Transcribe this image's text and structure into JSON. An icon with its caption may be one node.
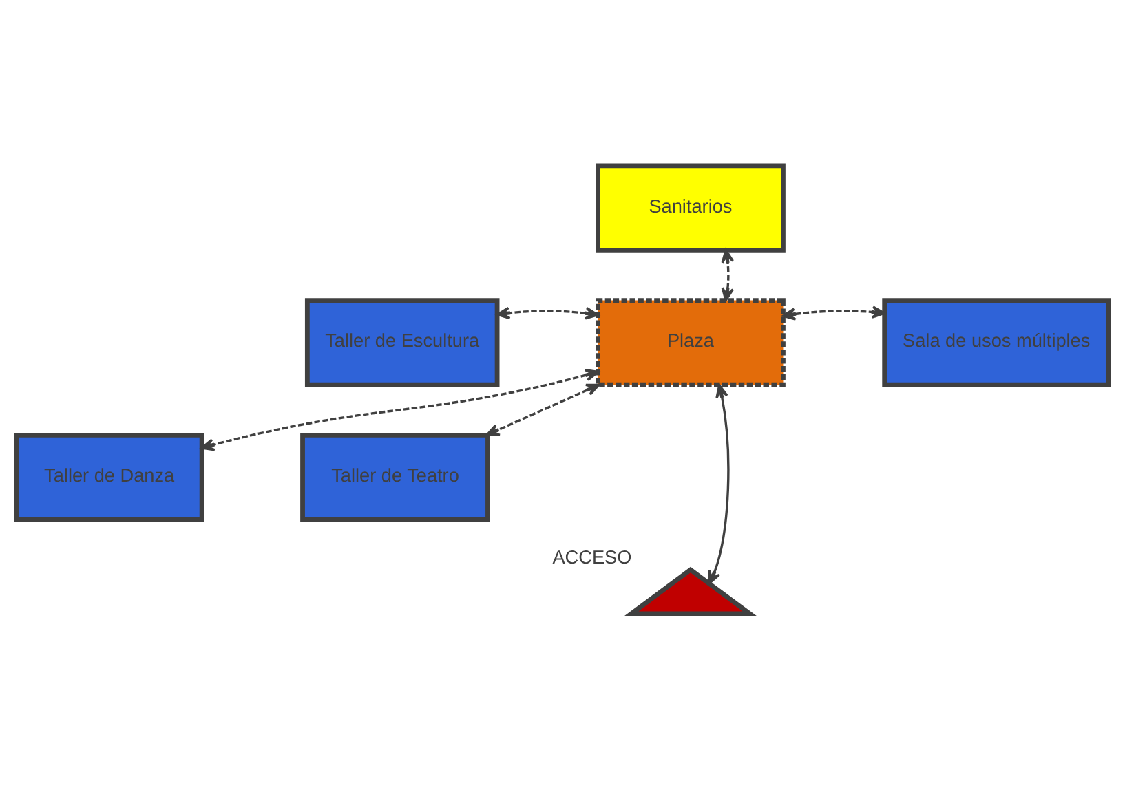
{
  "diagram": {
    "nodes": [
      {
        "text": [
          "Sanitarios"
        ]
      },
      {
        "text": [
          "Taller de Escultura"
        ]
      },
      {
        "text": [
          "Sala de usos múltiples"
        ]
      },
      {
        "text": [
          "Plaza"
        ]
      },
      {
        "text": [
          "Taller de Danza"
        ]
      },
      {
        "text": [
          "Taller de Teatro"
        ]
      },
      {
        "text": [],
        "shape": "triangle",
        "beside": [
          "ACCESO"
        ]
      }
    ],
    "edges": [
      {
        "from": 3,
        "to": 0,
        "arrow": "both",
        "style": "dashed"
      },
      {
        "from": 3,
        "to": 1,
        "arrow": "both",
        "style": "dashed"
      },
      {
        "from": 3,
        "to": 2,
        "arrow": "both",
        "style": "dashed"
      },
      {
        "from": 3,
        "to": 4,
        "arrow": "both",
        "style": "dashed"
      },
      {
        "from": 3,
        "to": 5,
        "arrow": "both",
        "style": "dashed"
      },
      {
        "from": 3,
        "to": 6,
        "arrow": "both"
      }
    ]
  }
}
